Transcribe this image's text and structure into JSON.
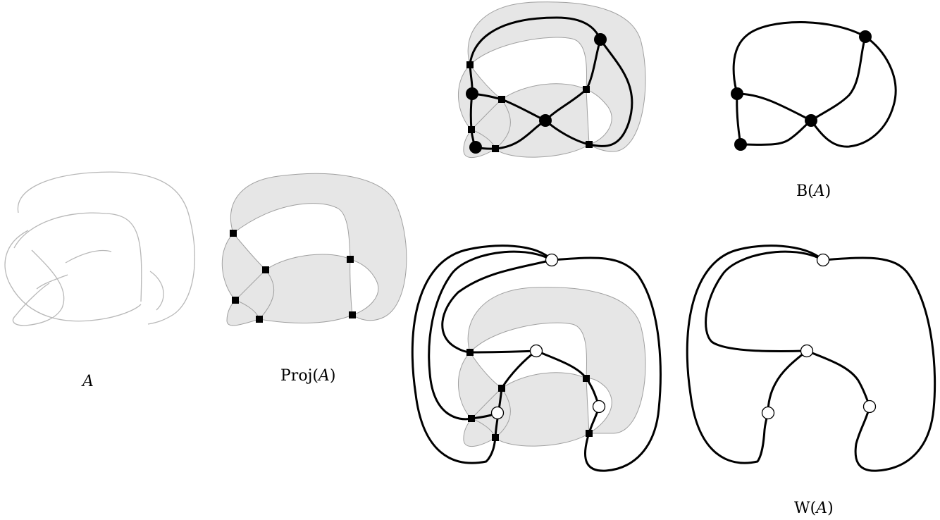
{
  "labels": {
    "A": "A",
    "proj_prefix": "Proj(",
    "proj_var": "A",
    "proj_suffix": ")",
    "b_prefix": "B(",
    "b_var": "A",
    "b_suffix": ")",
    "w_prefix": "W(",
    "w_var": "A",
    "w_suffix": ")"
  }
}
